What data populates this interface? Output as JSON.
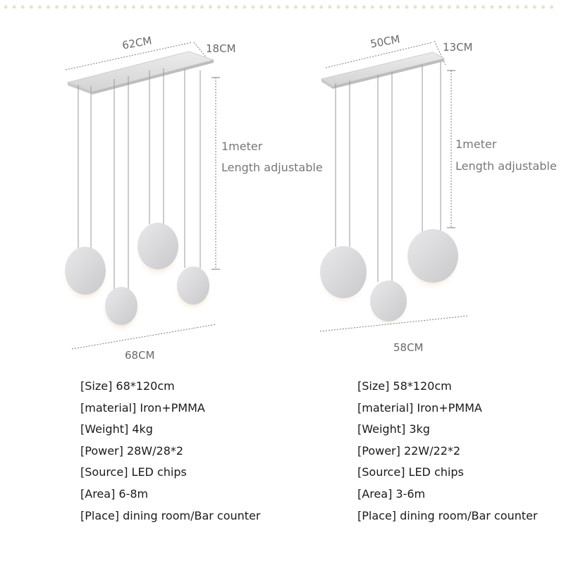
{
  "left": {
    "length_label": "62CM",
    "depth_label": "18CM",
    "cord_length_label": "1meter",
    "cord_note_label": "Length adjustable",
    "spread_label": "68CM",
    "specs": [
      "[Size] 68*120cm",
      "[material] Iron+PMMA",
      "[Weight] 4kg",
      "[Power]  28W/28*2",
      "[Source]  LED chips",
      "[Area] 6-8m",
      "[Place] dining room/Bar counter"
    ]
  },
  "right": {
    "length_label": "50CM",
    "depth_label": "13CM",
    "cord_length_label": "1meter",
    "cord_note_label": "Length adjustable",
    "spread_label": "58CM",
    "specs": [
      "[Size] 58*120cm",
      "[material] Iron+PMMA",
      "[Weight] 3kg",
      "[Power]  22W/22*2",
      "[Source]  LED chips",
      "[Area] 3-6m",
      "[Place] dining room/Bar counter"
    ]
  },
  "colors": {
    "canopy": "#e3e3e3",
    "disc_face": "#d9d9db",
    "disc_glow": "#f4ecdf",
    "cord": "#9a9a9a",
    "dim_line": "#777777",
    "spec_text": "#1a1a1a"
  }
}
